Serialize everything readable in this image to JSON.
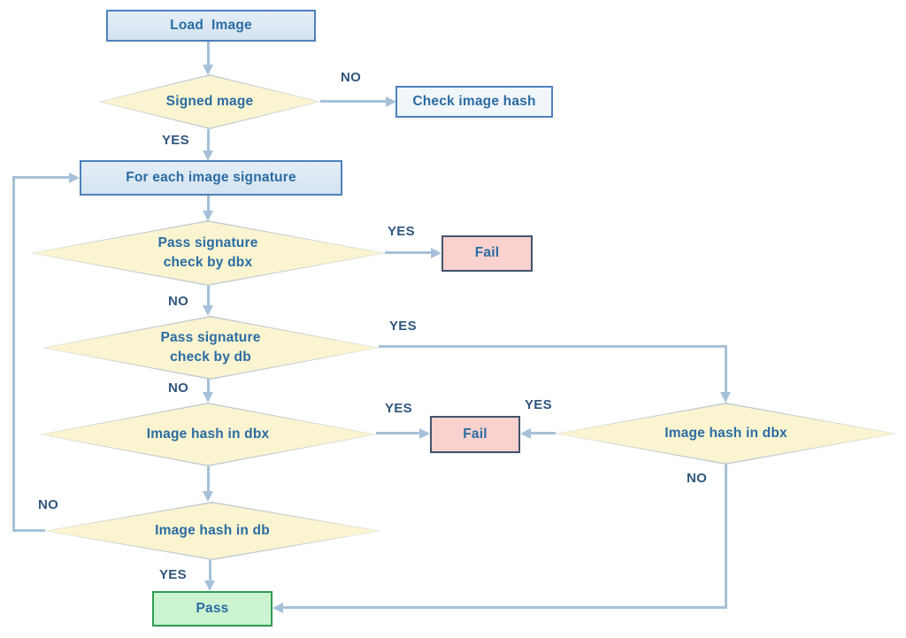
{
  "flowchart": {
    "nodes": {
      "load_image": {
        "label": "Load  Image"
      },
      "signed_image": {
        "label": "Signed mage"
      },
      "check_image_hash": {
        "label": "Check image hash"
      },
      "for_each_signature": {
        "label": "For each image signature"
      },
      "pass_sig_dbx": {
        "label": "Pass signature\ncheck by dbx"
      },
      "fail_top": {
        "label": "Fail"
      },
      "pass_sig_db": {
        "label": "Pass signature\ncheck by db"
      },
      "image_hash_dbx_left": {
        "label": "Image hash in dbx"
      },
      "fail_mid": {
        "label": "Fail"
      },
      "image_hash_dbx_right": {
        "label": "Image hash in dbx"
      },
      "image_hash_db": {
        "label": "Image hash in db"
      },
      "pass": {
        "label": "Pass"
      }
    },
    "labels": {
      "yes": "YES",
      "no": "NO"
    },
    "colors": {
      "line": "#a6c1d8",
      "box_fill": "#e4eef7",
      "box_fill2": "#d5e4f1",
      "box_border": "#4f81bd",
      "box_light_fill": "#f1f6fb",
      "diamond_fill": "#faf4d0",
      "diamond_border": "#bfcbd4",
      "fail_fill": "#f9d2cf",
      "fail_border": "#44546a",
      "pass_fill": "#cdf4d1",
      "pass_border": "#2f9e54",
      "text": "#2b6ca3",
      "label": "#30567d"
    }
  }
}
